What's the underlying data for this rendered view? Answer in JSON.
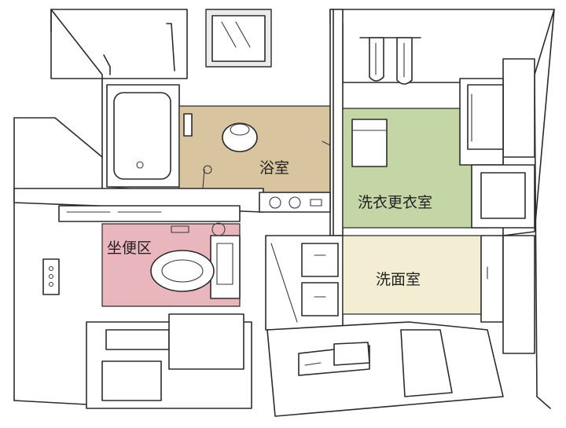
{
  "rooms": [
    {
      "label": "浴室",
      "color": "#d9c4a0"
    },
    {
      "label": "洗衣更衣室",
      "color": "#c5d6a6"
    },
    {
      "label": "坐便区",
      "color": "#eab6bd"
    },
    {
      "label": "洗面室",
      "color": "#f3eed3"
    }
  ],
  "colors": {
    "line": "#2b2b2b",
    "background": "#ffffff"
  }
}
